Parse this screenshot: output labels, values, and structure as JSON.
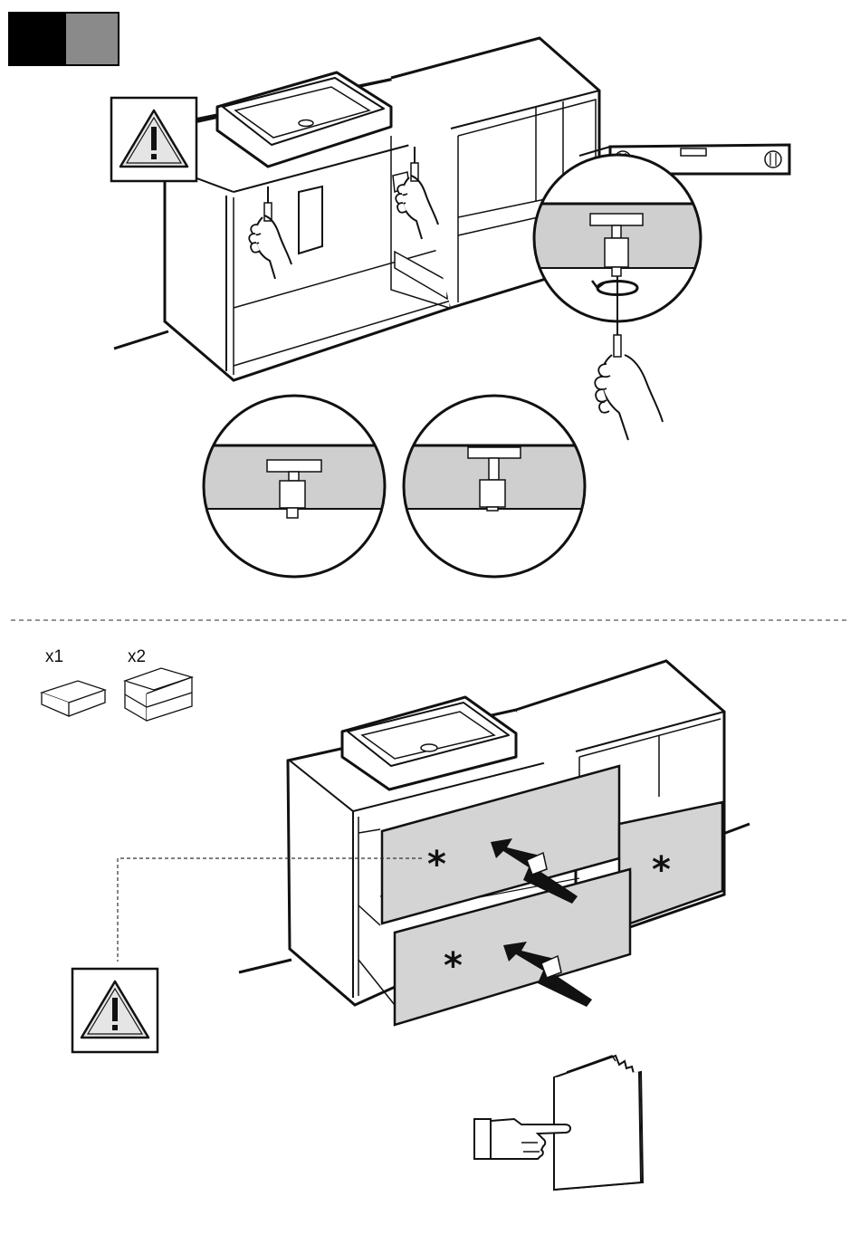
{
  "page": {
    "finish_swatches": [
      {
        "name": "black",
        "color": "#000000"
      },
      {
        "name": "grey",
        "color": "#8a8a8a"
      }
    ],
    "warning_icon": "exclamation-triangle-icon",
    "quantities": [
      {
        "label": "x1",
        "icon": "single-drawer-box-icon"
      },
      {
        "label": "x2",
        "icon": "double-drawer-box-icon"
      }
    ],
    "drawer_marker": "*",
    "manual_icon": "hand-pointing-at-booklet-icon",
    "colors": {
      "line": "#111111",
      "panel_grey": "#d4d4d4",
      "detail_grey": "#cfcfcf",
      "warning_fill": "#e5e5e5"
    }
  }
}
